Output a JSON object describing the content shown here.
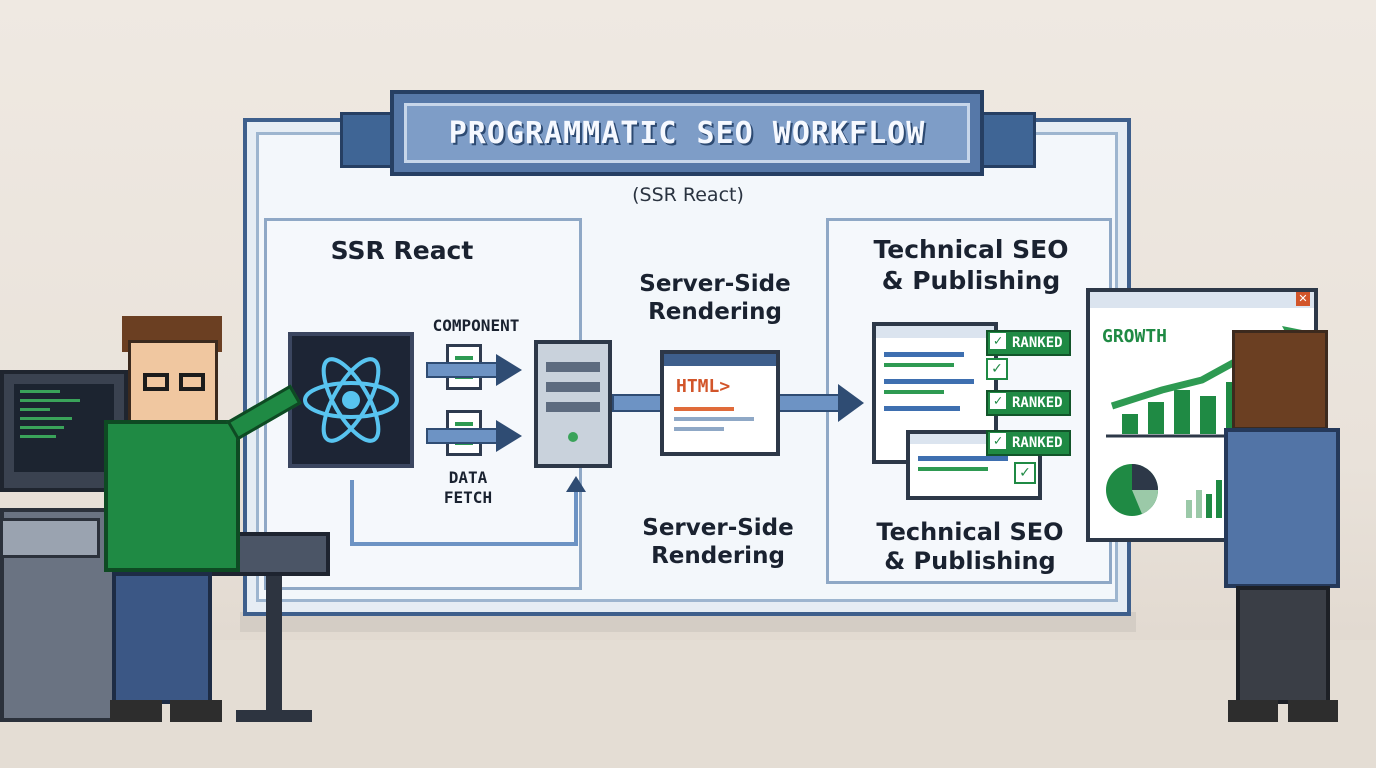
{
  "banner": {
    "title": "PROGRAMMATIC SEO WORKFLOW"
  },
  "subtitle": "(SSR React)",
  "section_left": {
    "title": "SSR React",
    "labels": [
      "COMPONENT",
      "DATA",
      "FETCH"
    ]
  },
  "section_middle": {
    "top_label": "Server-Side\nRendering",
    "bottom_label": "Server-Side\nRendering",
    "html_tag": "HTML>"
  },
  "section_right": {
    "top_title": "Technical SEO\n& Publishing",
    "bottom_title": "Technical SEO\n& Publishing",
    "badges": [
      "RANKED",
      "RANKED",
      "RANKED"
    ]
  },
  "growth_panel": {
    "title": "GROWTH",
    "close_glyph": "✕"
  },
  "colors": {
    "board_border": "#3e5f8c",
    "banner": "#5678a8",
    "rank_green": "#1f8a44",
    "arrow": "#6d93c4"
  },
  "icons": [
    "react-atom-icon",
    "document-icon",
    "server-icon",
    "browser-icon",
    "chart-icon",
    "pie-chart-icon",
    "checkmark-icon"
  ]
}
